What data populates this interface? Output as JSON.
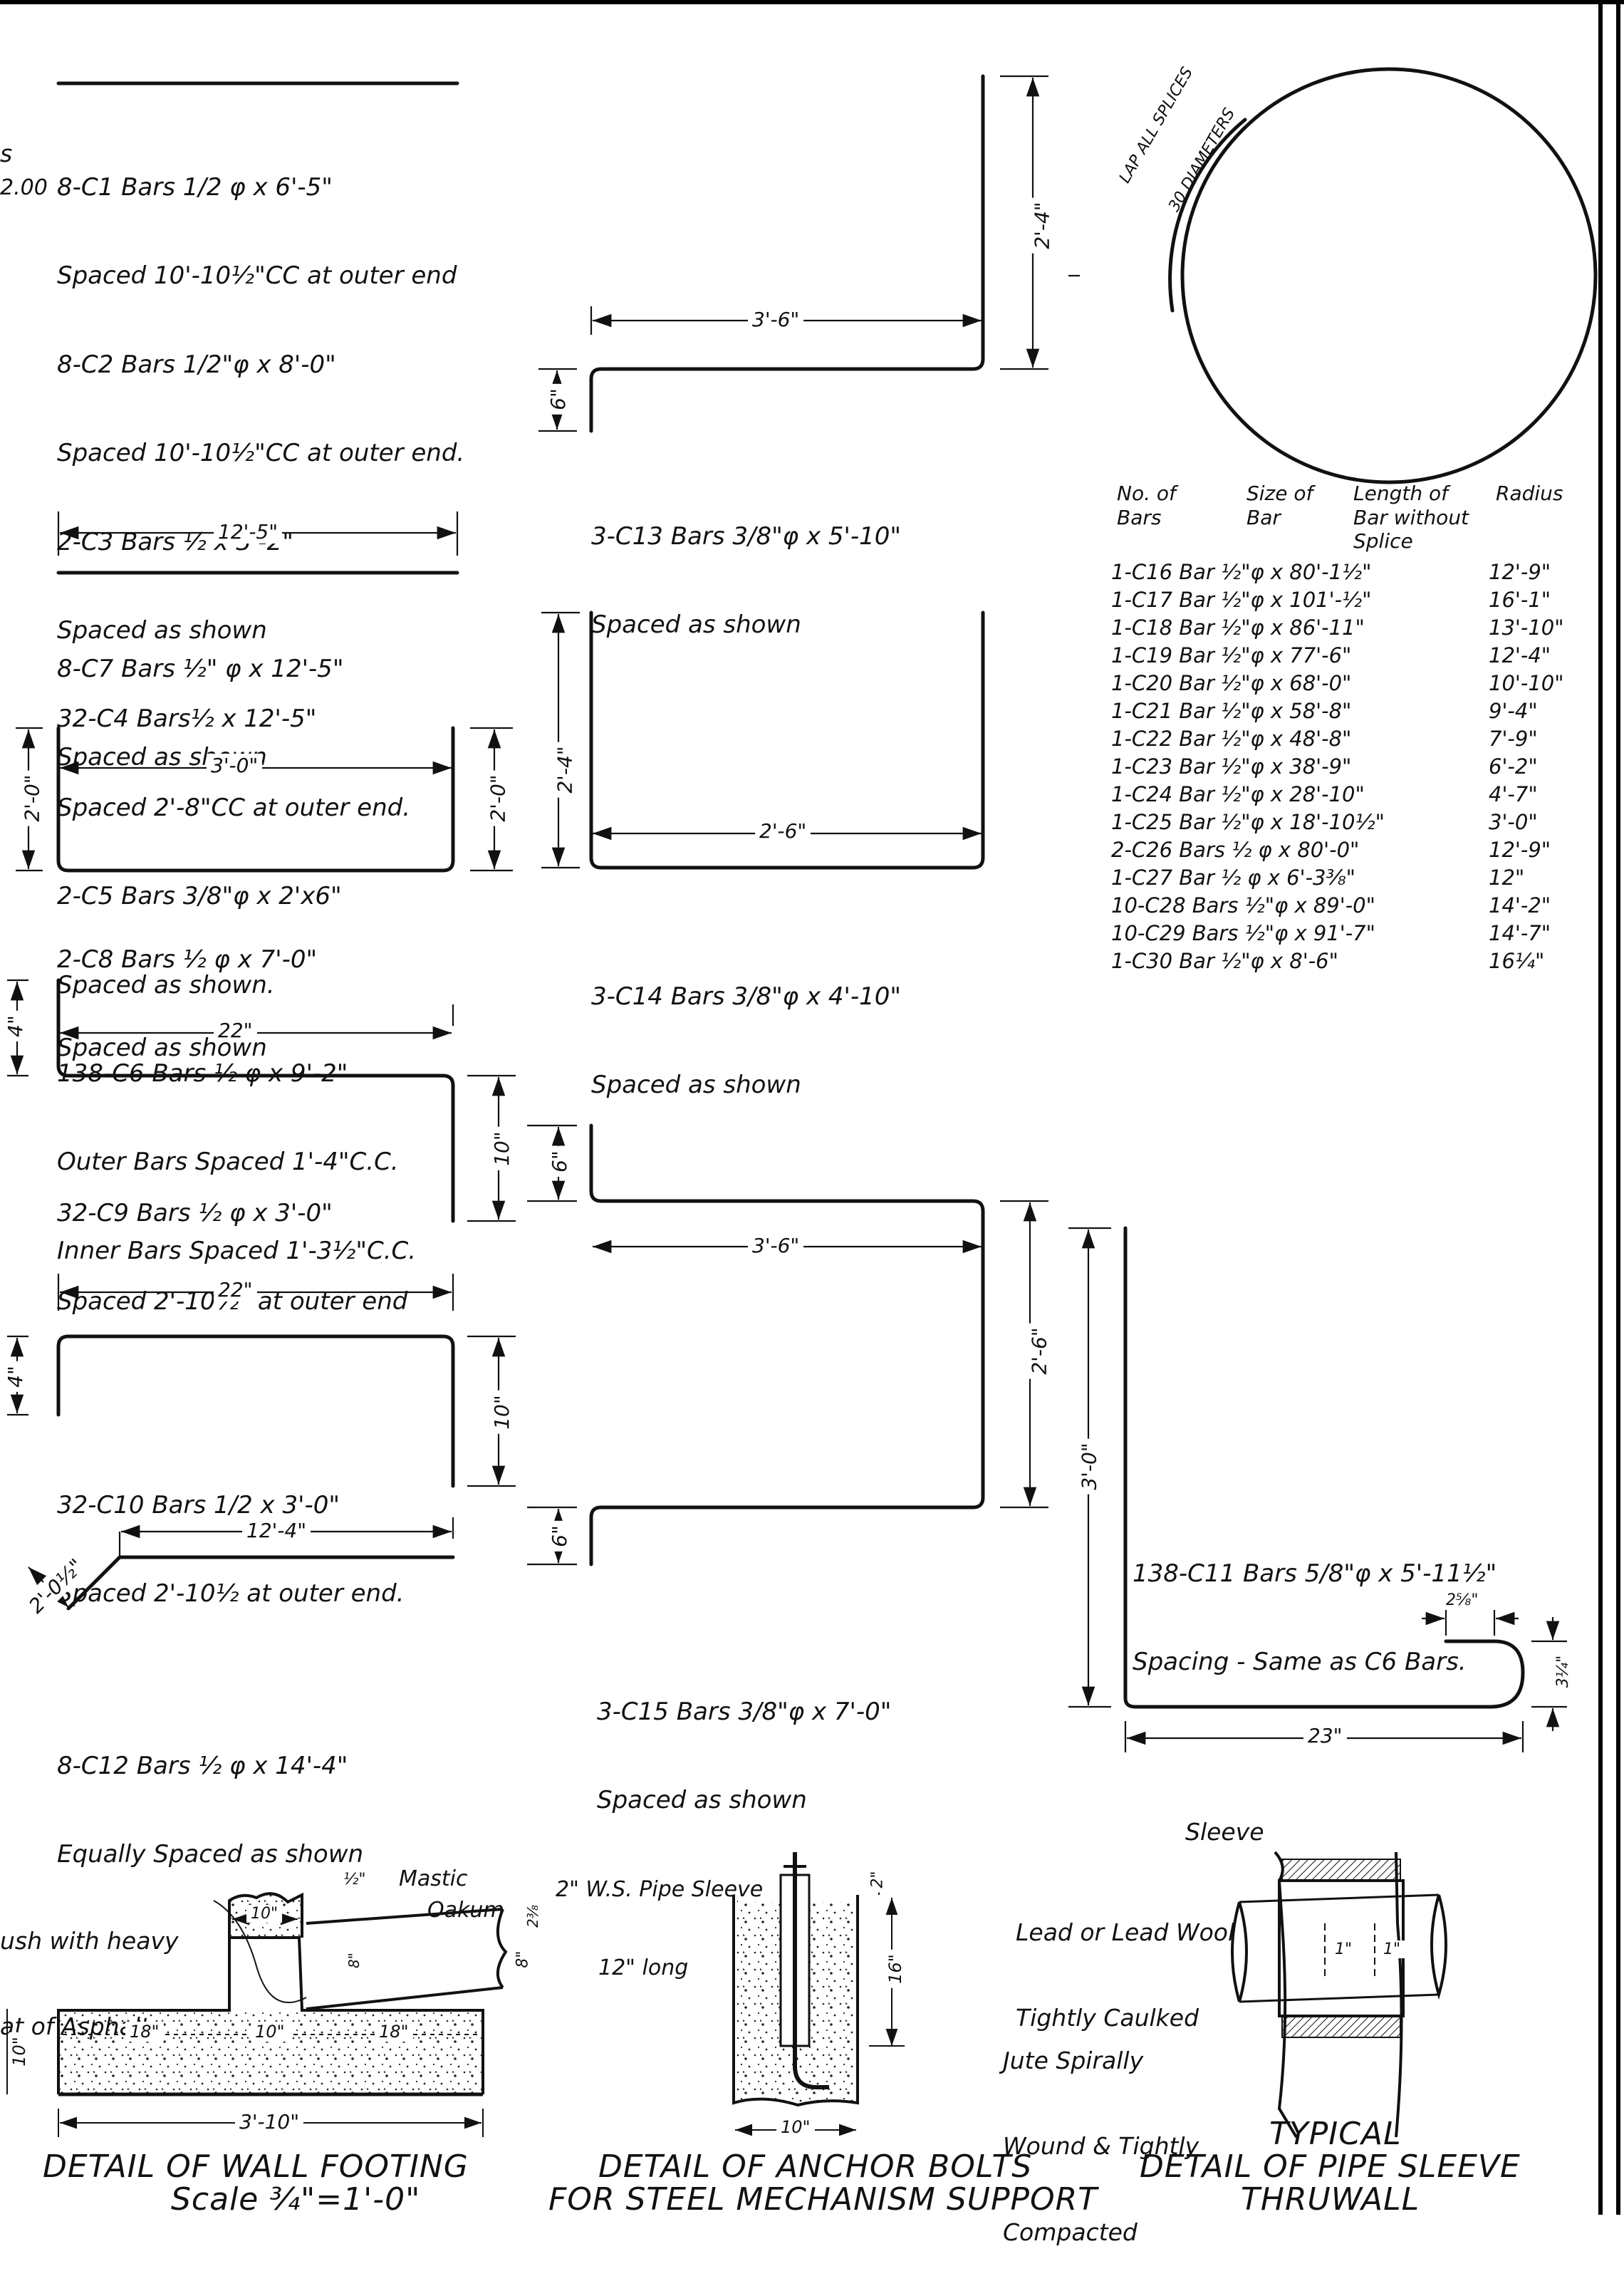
{
  "bar_notes": {
    "c1_c6": [
      "8-C1 Bars 1/2 φ x 6'-5\"",
      "Spaced 10'-10½\"CC at outer end",
      "8-C2 Bars 1/2\"φ x 8'-0\"",
      "Spaced 10'-10½\"CC at outer end.",
      "2-C3 Bars ½ x 3'-2\"",
      "Spaced as shown",
      "32-C4 Bars½ x 12'-5\"",
      "Spaced 2'-8\"CC at outer end.",
      "2-C5 Bars 3/8\"φ x 2'x6\"",
      "Spaced as shown.",
      "138-C6 Bars ½ φ x 9'-2\"",
      "Outer Bars Spaced 1'-4\"C.C.",
      "Inner Bars Spaced 1'-3½\"C.C."
    ],
    "edge_fragment_1": "s",
    "edge_fragment_2": "2.00",
    "c7": [
      "8-C7 Bars ½\" φ x 12'-5\"",
      "Spaced as shown"
    ],
    "c8": [
      "2-C8 Bars ½ φ x 7'-0\"",
      "Spaced as shown"
    ],
    "c9": [
      "32-C9 Bars ½ φ x 3'-0\"",
      "Spaced 2'-10½\" at outer end"
    ],
    "c10": [
      "32-C10 Bars 1/2 x 3'-0\"",
      "Spaced 2'-10½ at outer end."
    ],
    "c12": [
      "8-C12 Bars ½ φ x 14'-4\"",
      "Equally Spaced as shown"
    ],
    "c13": [
      "3-C13 Bars 3/8\"φ x 5'-10\"",
      "Spaced as shown"
    ],
    "c14": [
      "3-C14 Bars 3/8\"φ x 4'-10\"",
      "Spaced as shown"
    ],
    "c15": [
      "3-C15 Bars 3/8\"φ x 7'-0\"",
      "Spaced as shown"
    ],
    "c11": [
      "138-C11 Bars 5/8\"φ x 5'-11½\"",
      "Spacing - Same as C6 Bars."
    ],
    "lap_note": [
      "LAP ALL SPLICES",
      "30 DIAMETERS"
    ]
  },
  "dimensions": {
    "c4_length": "12'-5\"",
    "c8_width": "3'-0\"",
    "c8_height_left": "2'-0\"",
    "c8_height_right": "2'-0\"",
    "c9_width": "22\"",
    "c9_hook": "4\"",
    "c9_height": "10\"",
    "c10_width": "22\"",
    "c10_hook": "4\"",
    "c10_height": "10\"",
    "c12_length": "12'-4\"",
    "c12_leg": "2'-0½\"",
    "c13_width": "3'-6\"",
    "c13_height": "2'-4\"",
    "c13_hook": "6\"",
    "c14_height": "2'-4\"",
    "c14_width": "2'-6\"",
    "c15_width": "3'-6\"",
    "c15_height": "2'-6\"",
    "c15_hook_top": "6\"",
    "c15_hook_bottom": "6\"",
    "c11_height": "3'-0\"",
    "c11_width": "23\"",
    "c11_hook_w": "2⅝\"",
    "c11_hook_h": "3¼\""
  },
  "schedule": {
    "headers": {
      "bars": "No. of\nBars",
      "size": "Size of\nBar",
      "length": "Length of\nBar without\nSplice",
      "radius": "Radius"
    },
    "rows": [
      {
        "bar": "1-C16 Bar ½\"φ x 80'-1½\"",
        "radius": "12'-9\""
      },
      {
        "bar": "1-C17 Bar ½\"φ x 101'-½\"",
        "radius": "16'-1\""
      },
      {
        "bar": "1-C18 Bar ½\"φ x 86'-11\"",
        "radius": "13'-10\""
      },
      {
        "bar": "1-C19 Bar ½\"φ x 77'-6\"",
        "radius": "12'-4\""
      },
      {
        "bar": "1-C20 Bar ½\"φ x 68'-0\"",
        "radius": "10'-10\""
      },
      {
        "bar": "1-C21 Bar ½\"φ x 58'-8\"",
        "radius": "9'-4\""
      },
      {
        "bar": "1-C22 Bar ½\"φ x 48'-8\"",
        "radius": "7'-9\""
      },
      {
        "bar": "1-C23 Bar ½\"φ x 38'-9\"",
        "radius": "6'-2\""
      },
      {
        "bar": "1-C24 Bar ½\"φ x 28'-10\"",
        "radius": "4'-7\""
      },
      {
        "bar": "1-C25 Bar ½\"φ x 18'-10½\"",
        "radius": "3'-0\""
      },
      {
        "bar": "2-C26 Bars ½ φ x 80'-0\"",
        "radius": "12'-9\""
      },
      {
        "bar": "1-C27 Bar ½ φ x 6'-3⅜\"",
        "radius": "12\""
      },
      {
        "bar": "10-C28 Bars ½\"φ x 89'-0\"",
        "radius": "14'-2\""
      },
      {
        "bar": "10-C29 Bars ½\"φ x 91'-7\"",
        "radius": "14'-7\""
      },
      {
        "bar": "1-C30 Bar ½\"φ x 8'-6\"",
        "radius": "16¼\""
      }
    ]
  },
  "footing": {
    "title": "DETAIL OF WALL FOOTING",
    "scale": "Scale ¾\"=1'-0\"",
    "note": [
      "ush with heavy",
      "at of Asphalt"
    ],
    "mastic": "Mastic",
    "oakum": "Oakum",
    "dims": {
      "top": "10\"",
      "half": "½\"",
      "left_h": "10\"",
      "seg1": "18\"",
      "seg2": "10\"",
      "seg3": "18\"",
      "total": "3'-10\"",
      "slope": "8\"",
      "pipe": "8\"",
      "small": "2⅜"
    }
  },
  "anchor": {
    "title1": "DETAIL OF ANCHOR BOLTS",
    "title2": "FOR STEEL MECHANISM SUPPORT",
    "sleeve": [
      "2\" W.S. Pipe Sleeve",
      "12\" long"
    ],
    "dims": {
      "top": "2\"",
      "mid": "16\"",
      "bottom": "10\""
    }
  },
  "pipe_sleeve": {
    "title1": "TYPICAL",
    "title2": "DETAIL OF PIPE SLEEVE",
    "title3": "THRUWALL",
    "sleeve": "Sleeve",
    "lead": [
      "Lead or Lead Wool",
      "Tightly Caulked"
    ],
    "jute": [
      "Jute Spirally",
      "Wound & Tightly",
      "Compacted"
    ],
    "dims": {
      "a": "1\"",
      "b": "1\""
    }
  }
}
